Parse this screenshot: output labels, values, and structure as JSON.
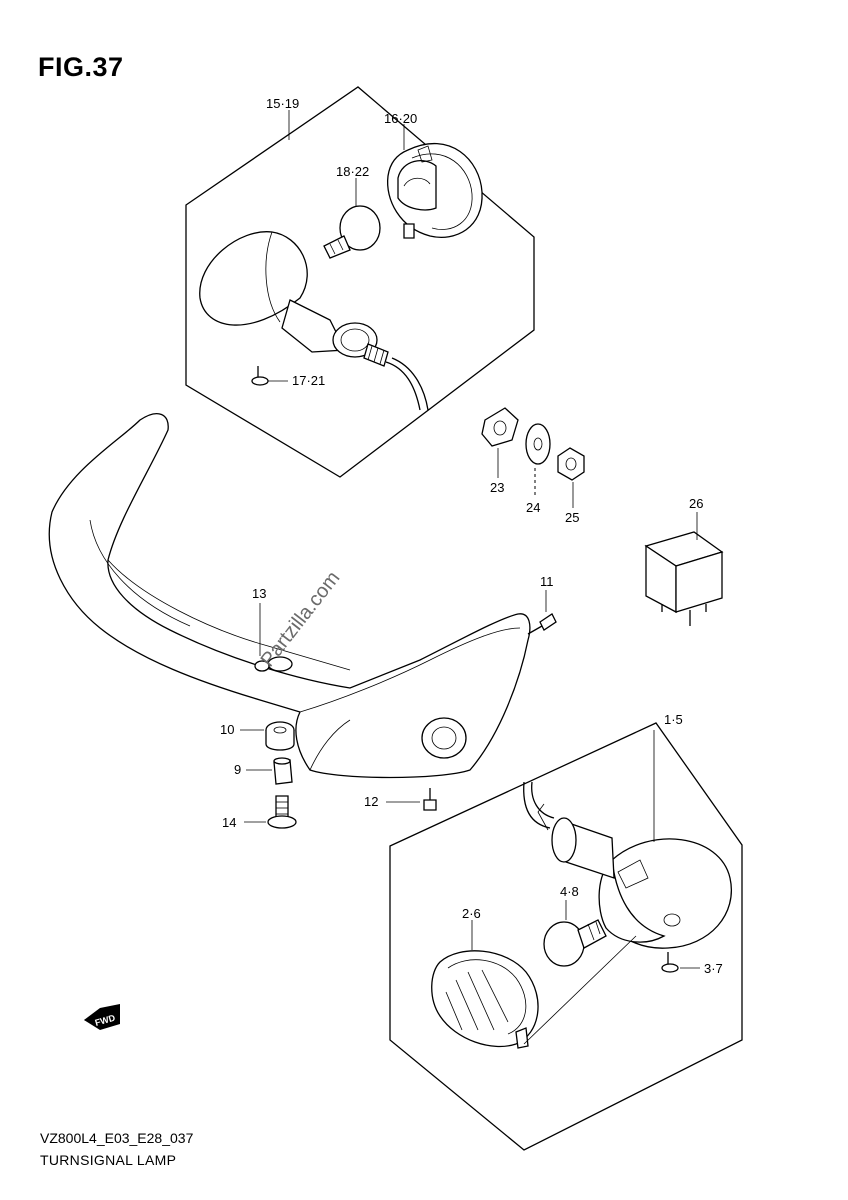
{
  "header": {
    "figure": "FIG.37"
  },
  "footer": {
    "code": "VZ800L4_E03_E28_037",
    "title": "TURNSIGNAL LAMP"
  },
  "watermark": {
    "text": "Partzilla.com"
  },
  "direction_marker": {
    "text": "FWD"
  },
  "callouts": {
    "c15_19": "15·19",
    "c16_20": "16·20",
    "c18_22": "18·22",
    "c17_21": "17·21",
    "c23": "23",
    "c24": "24",
    "c25": "25",
    "c26": "26",
    "c11": "11",
    "c13": "13",
    "c10": "10",
    "c9": "9",
    "c14": "14",
    "c12": "12",
    "c1_5": "1·5",
    "c4_8": "4·8",
    "c2_6": "2·6",
    "c3_7": "3·7"
  }
}
